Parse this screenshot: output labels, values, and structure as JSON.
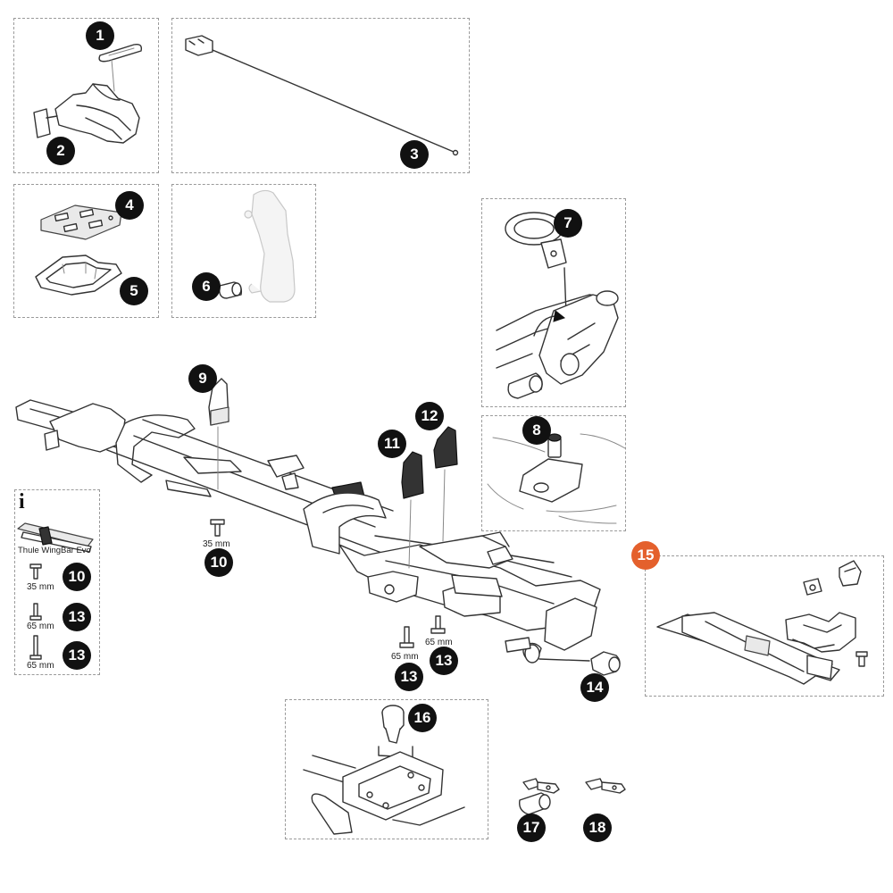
{
  "accent_color": "#e4602c",
  "badge_color": "#111111",
  "parts": [
    {
      "id": "1",
      "label": "1",
      "icon": "handle-grip-icon"
    },
    {
      "id": "2",
      "label": "2",
      "icon": "wheel-holder-icon"
    },
    {
      "id": "3",
      "label": "3",
      "icon": "cable-icon"
    },
    {
      "id": "4",
      "label": "4",
      "icon": "mounting-plate-icon"
    },
    {
      "id": "5",
      "label": "5",
      "icon": "rubber-pad-icon"
    },
    {
      "id": "6",
      "label": "6",
      "icon": "cap-icon"
    },
    {
      "id": "7",
      "label": "7",
      "icon": "clamp-ring-icon"
    },
    {
      "id": "8",
      "label": "8",
      "icon": "screw-icon"
    },
    {
      "id": "9",
      "label": "9",
      "icon": "slide-block-icon"
    },
    {
      "id": "10",
      "label": "10",
      "icon": "t-bolt-icon"
    },
    {
      "id": "11",
      "label": "11",
      "icon": "slide-block-icon"
    },
    {
      "id": "12",
      "label": "12",
      "icon": "slide-block-icon"
    },
    {
      "id": "13",
      "label": "13",
      "icon": "t-bolt-icon"
    },
    {
      "id": "14",
      "label": "14",
      "icon": "knob-icon"
    },
    {
      "id": "15",
      "label": "15",
      "icon": "strap-kit-icon",
      "highlighted": true
    },
    {
      "id": "16",
      "label": "16",
      "icon": "lock-cylinder-icon"
    },
    {
      "id": "17",
      "label": "17",
      "icon": "key-lock-icon"
    },
    {
      "id": "18",
      "label": "18",
      "icon": "key-icon"
    }
  ],
  "info": {
    "icon": "info-icon",
    "glyph": "i",
    "title": "Thule WingBar Evo",
    "rows": [
      {
        "size": "35 mm",
        "part": "10"
      },
      {
        "size": "65 mm",
        "part": "13"
      },
      {
        "size": "65 mm",
        "part": "13"
      }
    ]
  },
  "bolt_labels": {
    "b10": "35 mm",
    "b13a": "65 mm",
    "b13b": "65 mm"
  }
}
